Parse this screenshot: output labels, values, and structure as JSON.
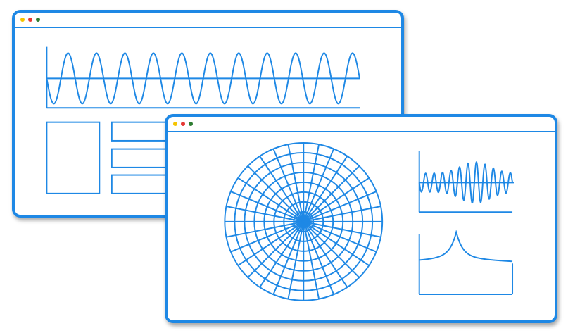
{
  "colors": {
    "accent": "#1e88e5",
    "line": "#1e88e5",
    "window_bg": "#ffffff",
    "dot_yellow": "#f5c400",
    "dot_red": "#e53935",
    "dot_green": "#2e7d32"
  },
  "back_window": {
    "controls": [
      "minimize-dot",
      "close-dot",
      "maximize-dot"
    ],
    "waveform": {
      "cycles": 11
    }
  },
  "front_window": {
    "controls": [
      "minimize-dot",
      "close-dot",
      "maximize-dot"
    ],
    "polar_grid": {
      "rings": 8,
      "spokes": 32
    },
    "modulated_wave": {
      "cycles": 11
    },
    "peak_curve": {
      "type": "single-peak"
    }
  }
}
